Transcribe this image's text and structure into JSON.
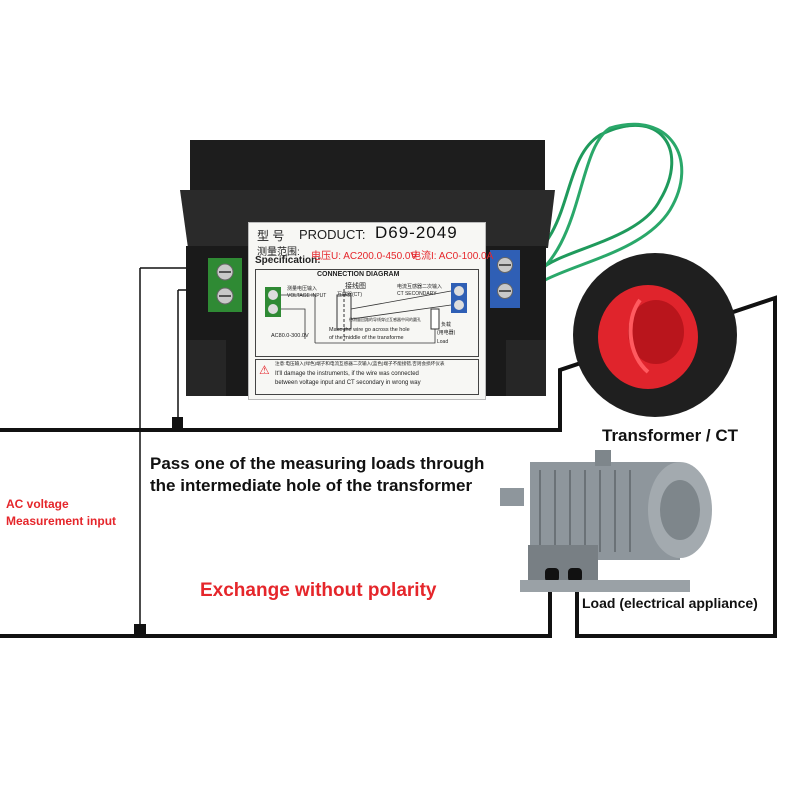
{
  "meter": {
    "model_label_cn": "型    号",
    "product_label": "PRODUCT:",
    "model": "D69-2049",
    "spec_label_cn": "测量范围:",
    "spec_label": "Specification:",
    "spec_voltage": "电压U: AC200.0-450.0V",
    "spec_current": "电流I: AC0-100.0A",
    "diagram_title": "CONNECTION DIAGRAM",
    "diagram_title_cn": "接线图",
    "voltage_input_cn": "测量电压输入",
    "voltage_input": "VOLTAGE INPUT",
    "ct_cn": "互感器(CT)",
    "ct_secondary_cn": "电流互感器二次输入",
    "ct_secondary": "CT SECONDARY",
    "wire_note_cn": "待测量回路的导线穿过互感器中间的圆孔",
    "wire_note_1": "Make the wire go across the hole",
    "wire_note_2": "of the middle of the transforme",
    "voltage_range": "AC80.0-300.0V",
    "load_cn_1": "负载",
    "load_cn_2": "(用电器)",
    "load_en": "Load",
    "warning_cn": "注意:电压输入(绿色)端子和电流互感器二次输入(蓝色)端子不能接错,否则会损坏仪表",
    "warning_1": "It'll damage the instruments, if the wire was connected",
    "warning_2": "between voltage input and CT secondary in wrong way"
  },
  "labels": {
    "transformer": "Transformer / CT",
    "pass_line_1": "Pass one of the measuring loads through",
    "pass_line_2": "the intermediate hole of the transformer",
    "ac_voltage_1": "AC voltage",
    "ac_voltage_2": "Measurement input",
    "exchange": "Exchange without polarity",
    "load": "Load (electrical appliance)"
  },
  "colors": {
    "accent_red": "#e5262b",
    "terminal_green": "#2f8a34",
    "terminal_blue": "#2f5fb5",
    "ct_body": "#222222",
    "ct_inner": "#e0242c",
    "wire_green": "#1f9a5c",
    "motor_gray": "#8e969c"
  }
}
